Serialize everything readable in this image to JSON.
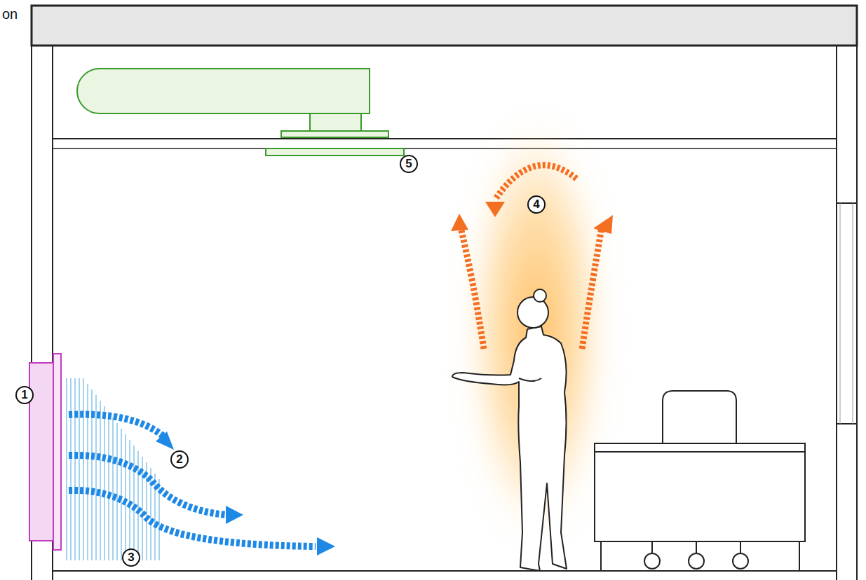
{
  "diagram": {
    "labels": [
      "on",
      "1",
      "2",
      "3",
      "4",
      "5"
    ]
  }
}
